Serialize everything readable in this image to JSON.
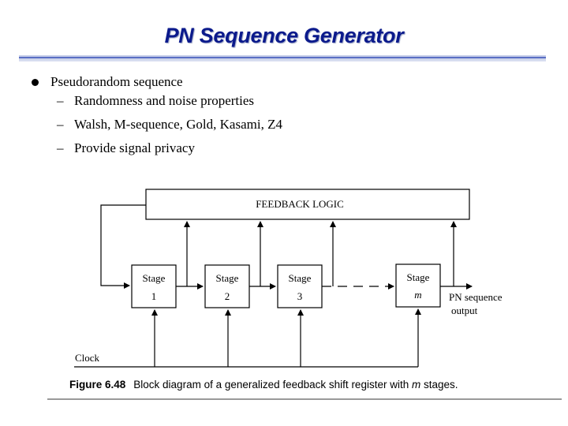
{
  "slide": {
    "title": "PN Sequence Generator",
    "bullet": "Pseudorandom sequence",
    "subbullets": [
      "Randomness and noise properties",
      "Walsh, M-sequence, Gold, Kasami, Z4",
      "Provide signal privacy"
    ]
  },
  "diagram": {
    "feedback_label": "FEEDBACK LOGIC",
    "stage_word": "Stage",
    "stages": [
      "1",
      "2",
      "3",
      "m"
    ],
    "output_label_1": "PN sequence",
    "output_label_2": "output",
    "clock_label": "Clock"
  },
  "caption": {
    "figure": "Figure 6.48",
    "text_prefix": "Block diagram of a generalized feedback shift register with ",
    "text_var": "m",
    "text_suffix": " stages."
  }
}
